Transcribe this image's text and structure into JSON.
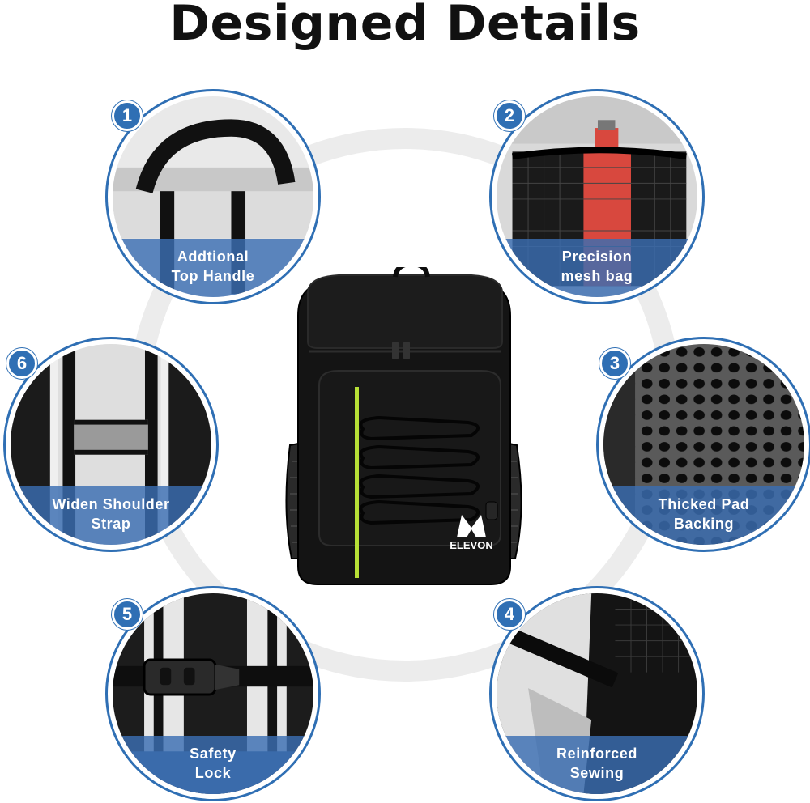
{
  "title": "Designed Details",
  "brand": {
    "logo_text": "ELEVON"
  },
  "details": [
    {
      "number": "1",
      "lines": [
        "Addtional",
        "Top Handle"
      ]
    },
    {
      "number": "2",
      "lines": [
        "Precision",
        "mesh bag"
      ]
    },
    {
      "number": "3",
      "lines": [
        "Thicked Pad",
        "Backing"
      ]
    },
    {
      "number": "4",
      "lines": [
        "Reinforced",
        "Sewing"
      ]
    },
    {
      "number": "5",
      "lines": [
        "Safety",
        "Lock"
      ]
    },
    {
      "number": "6",
      "lines": [
        "Widen Shoulder",
        "Strap"
      ]
    }
  ],
  "colors": {
    "accent": "#2f6fb4",
    "band": "#3a6eb2",
    "reflective_stripe": "#b7e036",
    "product": "#141414"
  }
}
